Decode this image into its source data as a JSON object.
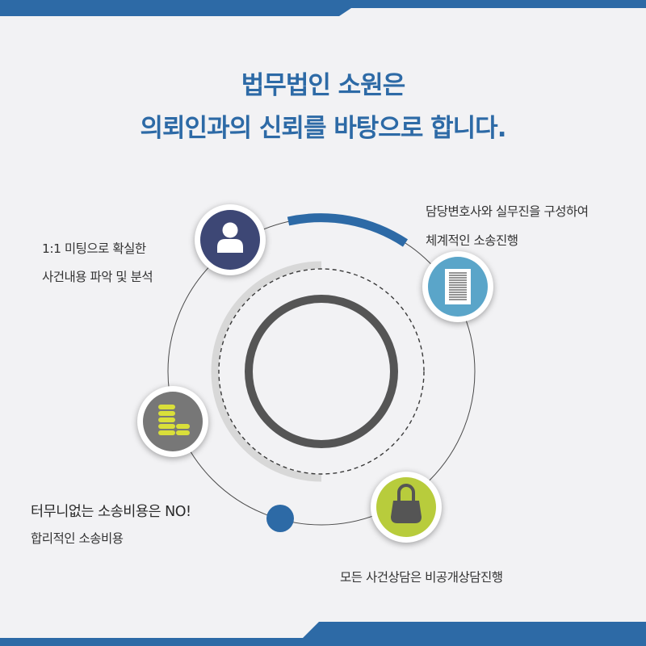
{
  "header": {
    "line1": "법무법인 소원은",
    "line2": "의뢰인과의 신뢰를 바탕으로 합니다."
  },
  "features": [
    {
      "icon": "person-icon",
      "line1": "1:1 미팅으로 확실한",
      "line2": "사건내용 파악 및 분석"
    },
    {
      "icon": "document-icon",
      "line1": "담당변호사와 실무진을 구성하여",
      "line2": "체계적인 소송진행"
    },
    {
      "icon": "coins-icon",
      "line1": "터무니없는 소송비용은 NO!",
      "line2": "합리적인 소송비용"
    },
    {
      "icon": "lock-icon",
      "line1": "모든 사건상담은 비공개상담진행"
    }
  ],
  "colors": {
    "accent": "#2d6aa6",
    "navy": "#3d4775",
    "teal": "#5aa5c9",
    "gray": "#777777",
    "lime": "#b8cc3c",
    "dark_ring": "#555555"
  }
}
